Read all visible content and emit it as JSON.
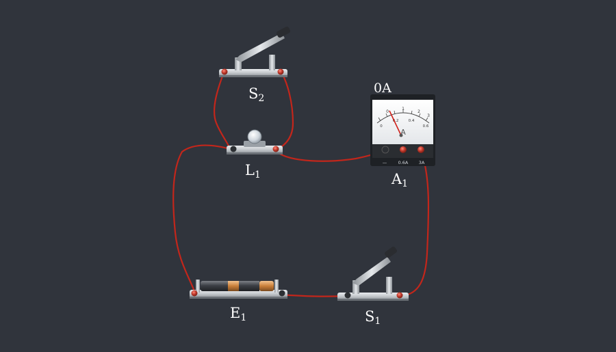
{
  "meter_reading": "0A",
  "components": {
    "switch_s2": {
      "letter": "S",
      "sub": "2",
      "state": "open"
    },
    "lamp_l1": {
      "letter": "L",
      "sub": "1"
    },
    "ammeter_a1": {
      "letter": "A",
      "sub": "1",
      "unit": "A",
      "scale_top": [
        "0",
        "1",
        "2",
        "3"
      ],
      "scale_bottom": [
        "0",
        "0.2",
        "0.4",
        "0.6"
      ],
      "terminals": [
        "—",
        "0.6A",
        "3A"
      ],
      "needle_value": 0
    },
    "battery_e1": {
      "letter": "E",
      "sub": "1"
    },
    "switch_s1": {
      "letter": "S",
      "sub": "1",
      "state": "open"
    }
  },
  "colors": {
    "background": "#30343c",
    "wire": "#c3261b",
    "base": "#c8ccd0",
    "terminal": "#c0392b"
  }
}
